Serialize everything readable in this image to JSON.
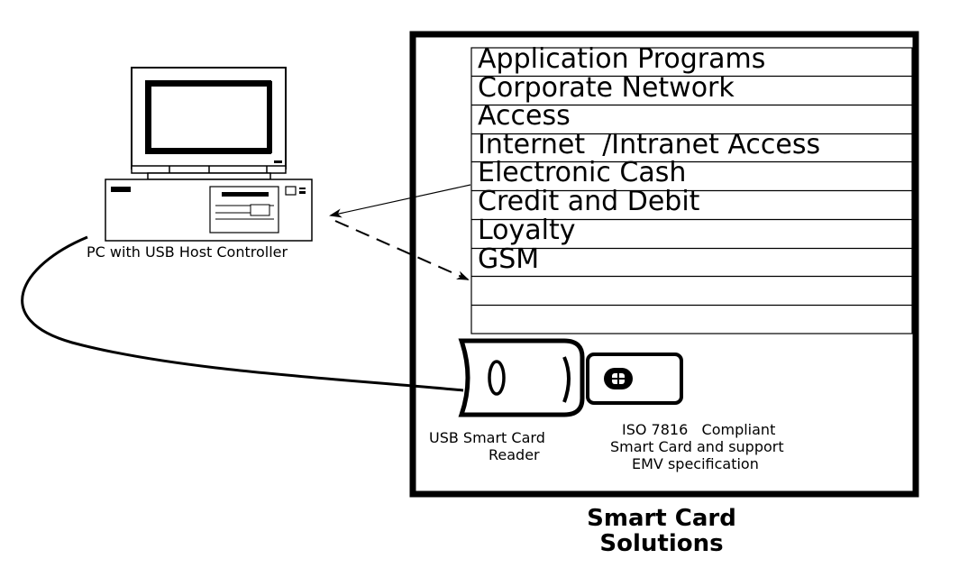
{
  "pc_label": "PC with USB Host Controller",
  "applications": [
    "Application Programs",
    "Corporate Network",
    "Access",
    "Internet  /Intranet Access",
    "Electronic Cash",
    "Credit and Debit",
    "Loyalty",
    "GSM",
    "",
    ""
  ],
  "reader_label_line1": "USB Smart Card",
  "reader_label_line2": "Reader",
  "card_label_line1": "ISO 7816   Compliant",
  "card_label_line2": "Smart Card and support",
  "card_label_line3": "EMV specification",
  "title_line1": "Smart Card",
  "title_line2": "Solutions"
}
